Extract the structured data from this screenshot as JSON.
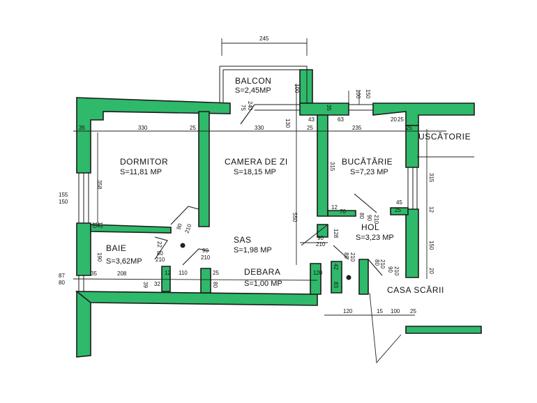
{
  "rooms": {
    "balcon": {
      "name": "BALCON",
      "area": "S=2,45MP"
    },
    "dormitor": {
      "name": "DORMITOR",
      "area": "S=11,81 MP"
    },
    "camera": {
      "name": "CAMERA DE ZI",
      "area": "S=18,15 MP"
    },
    "bucatarie": {
      "name": "BUCĂTĂRIE",
      "area": "S=7,23 MP"
    },
    "hol": {
      "name": "HOL",
      "area": "S=3,23 MP"
    },
    "sas": {
      "name": "SAS",
      "area": "S=1,98 MP"
    },
    "baie": {
      "name": "BAIE",
      "area": "S=3,62MP"
    },
    "debara": {
      "name": "DEBARA",
      "area": "S=1,00 MP"
    }
  },
  "outside": {
    "uscatorie": "USCĂTORIE",
    "casa_scarii": "CASA SCĂRII"
  },
  "dims": {
    "top_245": "245",
    "d330a": "330",
    "d25a": "25",
    "d330b": "330",
    "d25b": "25",
    "d235": "235",
    "d35l": "35",
    "d25r": "25",
    "d358": "358",
    "d550": "550",
    "d315l": "315",
    "d315r": "315",
    "d150r": "150",
    "d12r": "12",
    "d20r": "20",
    "d155": "155",
    "d150l": "150",
    "d10": "10",
    "d12l": "12",
    "d190": "190",
    "d87": "87",
    "d80l": "80",
    "d35b": "35",
    "d208": "208",
    "d39": "39",
    "d32": "32",
    "d12b": "12",
    "d110": "110",
    "d80b": "80",
    "d25c": "25",
    "d120": "120",
    "d83": "83",
    "d42": "42",
    "d100": "100",
    "d150t": "150",
    "d35t": "35",
    "d43": "43",
    "d63": "63",
    "d20t": "20",
    "d25t": "25",
    "d75": "75",
    "d240": "240",
    "d100b": "100",
    "d130": "130",
    "d120b": "120",
    "d15": "15",
    "d100c": "100",
    "d25d": "25",
    "d12h": "12",
    "d70": "70",
    "d128": "128",
    "d80h": "80",
    "d45": "45",
    "d25h": "25",
    "door1": "90",
    "door1b": "210",
    "door2": "90",
    "door2b": "210",
    "door3": "90",
    "door3b": "210",
    "door4": "80",
    "door4b": "210",
    "door5": "80",
    "door5b": "210",
    "door6": "90",
    "door6b": "210",
    "door7": "90",
    "door7b": "210",
    "door8": "80",
    "door8b": "210",
    "door9": "22"
  },
  "colors": {
    "wall": "#2fb96a",
    "ink": "#1a1a1a",
    "background": "#ffffff"
  }
}
